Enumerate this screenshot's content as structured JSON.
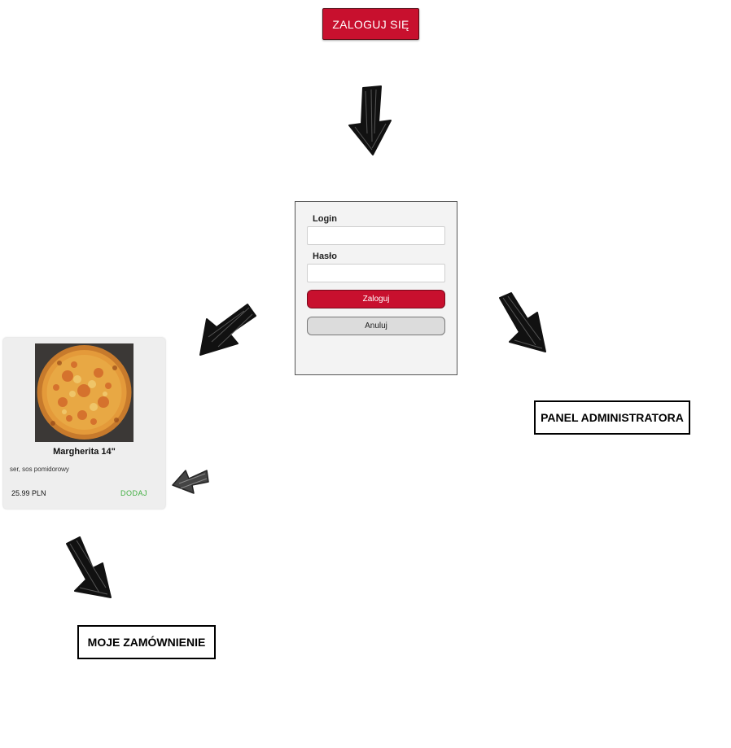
{
  "top_button": {
    "label": "ZALOGUJ SIĘ"
  },
  "login_panel": {
    "login_label": "Login",
    "password_label": "Hasło",
    "submit_label": "Zaloguj",
    "cancel_label": "Anuluj"
  },
  "product_card": {
    "name": "Margherita 14\"",
    "description": "ser, sos pomidorowy",
    "price": "25.99 PLN",
    "add_label": "DODAJ"
  },
  "targets": {
    "admin_panel": "PANEL ADMINISTRATORA",
    "my_order": "MOJE ZAMÓWNIENIE"
  }
}
